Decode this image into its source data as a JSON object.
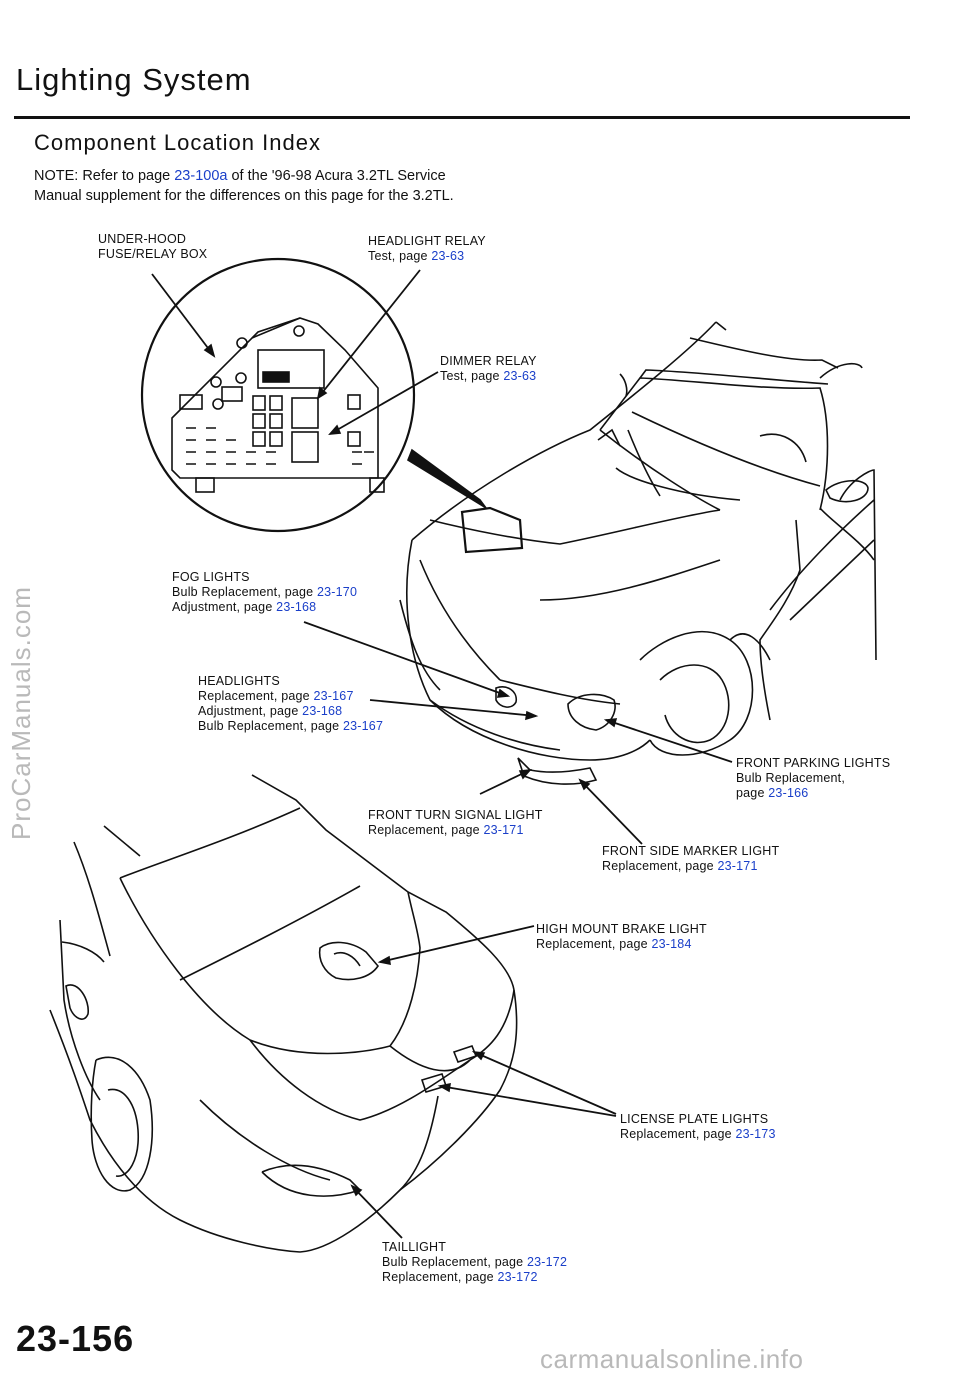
{
  "header": {
    "title": "Lighting System",
    "section": "Component Location Index"
  },
  "note": {
    "part1": "NOTE: Refer to page ",
    "page": "23-100a",
    "part2": " of the '96-98 Acura 3.2TL Service Manual supplement for the differences on this page for the 3.2TL."
  },
  "labels": {
    "fuse_box": {
      "line1": "UNDER-HOOD",
      "line2": "FUSE/RELAY BOX"
    },
    "headlight_relay": {
      "line1": "HEADLIGHT RELAY",
      "text": "Test, page ",
      "page": "23-63"
    },
    "dimmer_relay": {
      "line1": "DIMMER RELAY",
      "text": "Test, page ",
      "page": "23-63"
    },
    "fog_lights": {
      "line1": "FOG LIGHTS",
      "bulb_text": "Bulb Replacement, page ",
      "bulb_page": "23-170",
      "adj_text": "Adjustment, page ",
      "adj_page": "23-168"
    },
    "headlights": {
      "line1": "HEADLIGHTS",
      "repl_text": "Replacement, page ",
      "repl_page": "23-167",
      "adj_text": "Adjustment, page ",
      "adj_page": "23-168",
      "bulb_text": "Bulb Replacement, page ",
      "bulb_page": "23-167"
    },
    "front_parking": {
      "line1": "FRONT PARKING LIGHTS",
      "line2": "Bulb Replacement,",
      "text": "page ",
      "page": "23-166"
    },
    "front_turn": {
      "line1": "FRONT TURN SIGNAL LIGHT",
      "text": "Replacement, page ",
      "page": "23-171"
    },
    "front_side_marker": {
      "line1": "FRONT SIDE MARKER LIGHT",
      "text": "Replacement, page ",
      "page": "23-171"
    },
    "high_mount": {
      "line1": "HIGH MOUNT BRAKE LIGHT",
      "text": "Replacement, page ",
      "page": "23-184"
    },
    "license_plate": {
      "line1": "LICENSE PLATE LIGHTS",
      "text": "Replacement, page ",
      "page": "23-173"
    },
    "taillight": {
      "line1": "TAILLIGHT",
      "bulb_text": "Bulb Replacement, page ",
      "bulb_page": "23-172",
      "repl_text": "Replacement, page ",
      "repl_page": "23-172"
    }
  },
  "page_number": "23-156",
  "watermarks": {
    "side": "ProCarManuals.com",
    "bottom": "carmanualsonline.info"
  },
  "colors": {
    "link": "#1a3fc9",
    "text": "#111111",
    "watermark": "#b9b9b9"
  }
}
